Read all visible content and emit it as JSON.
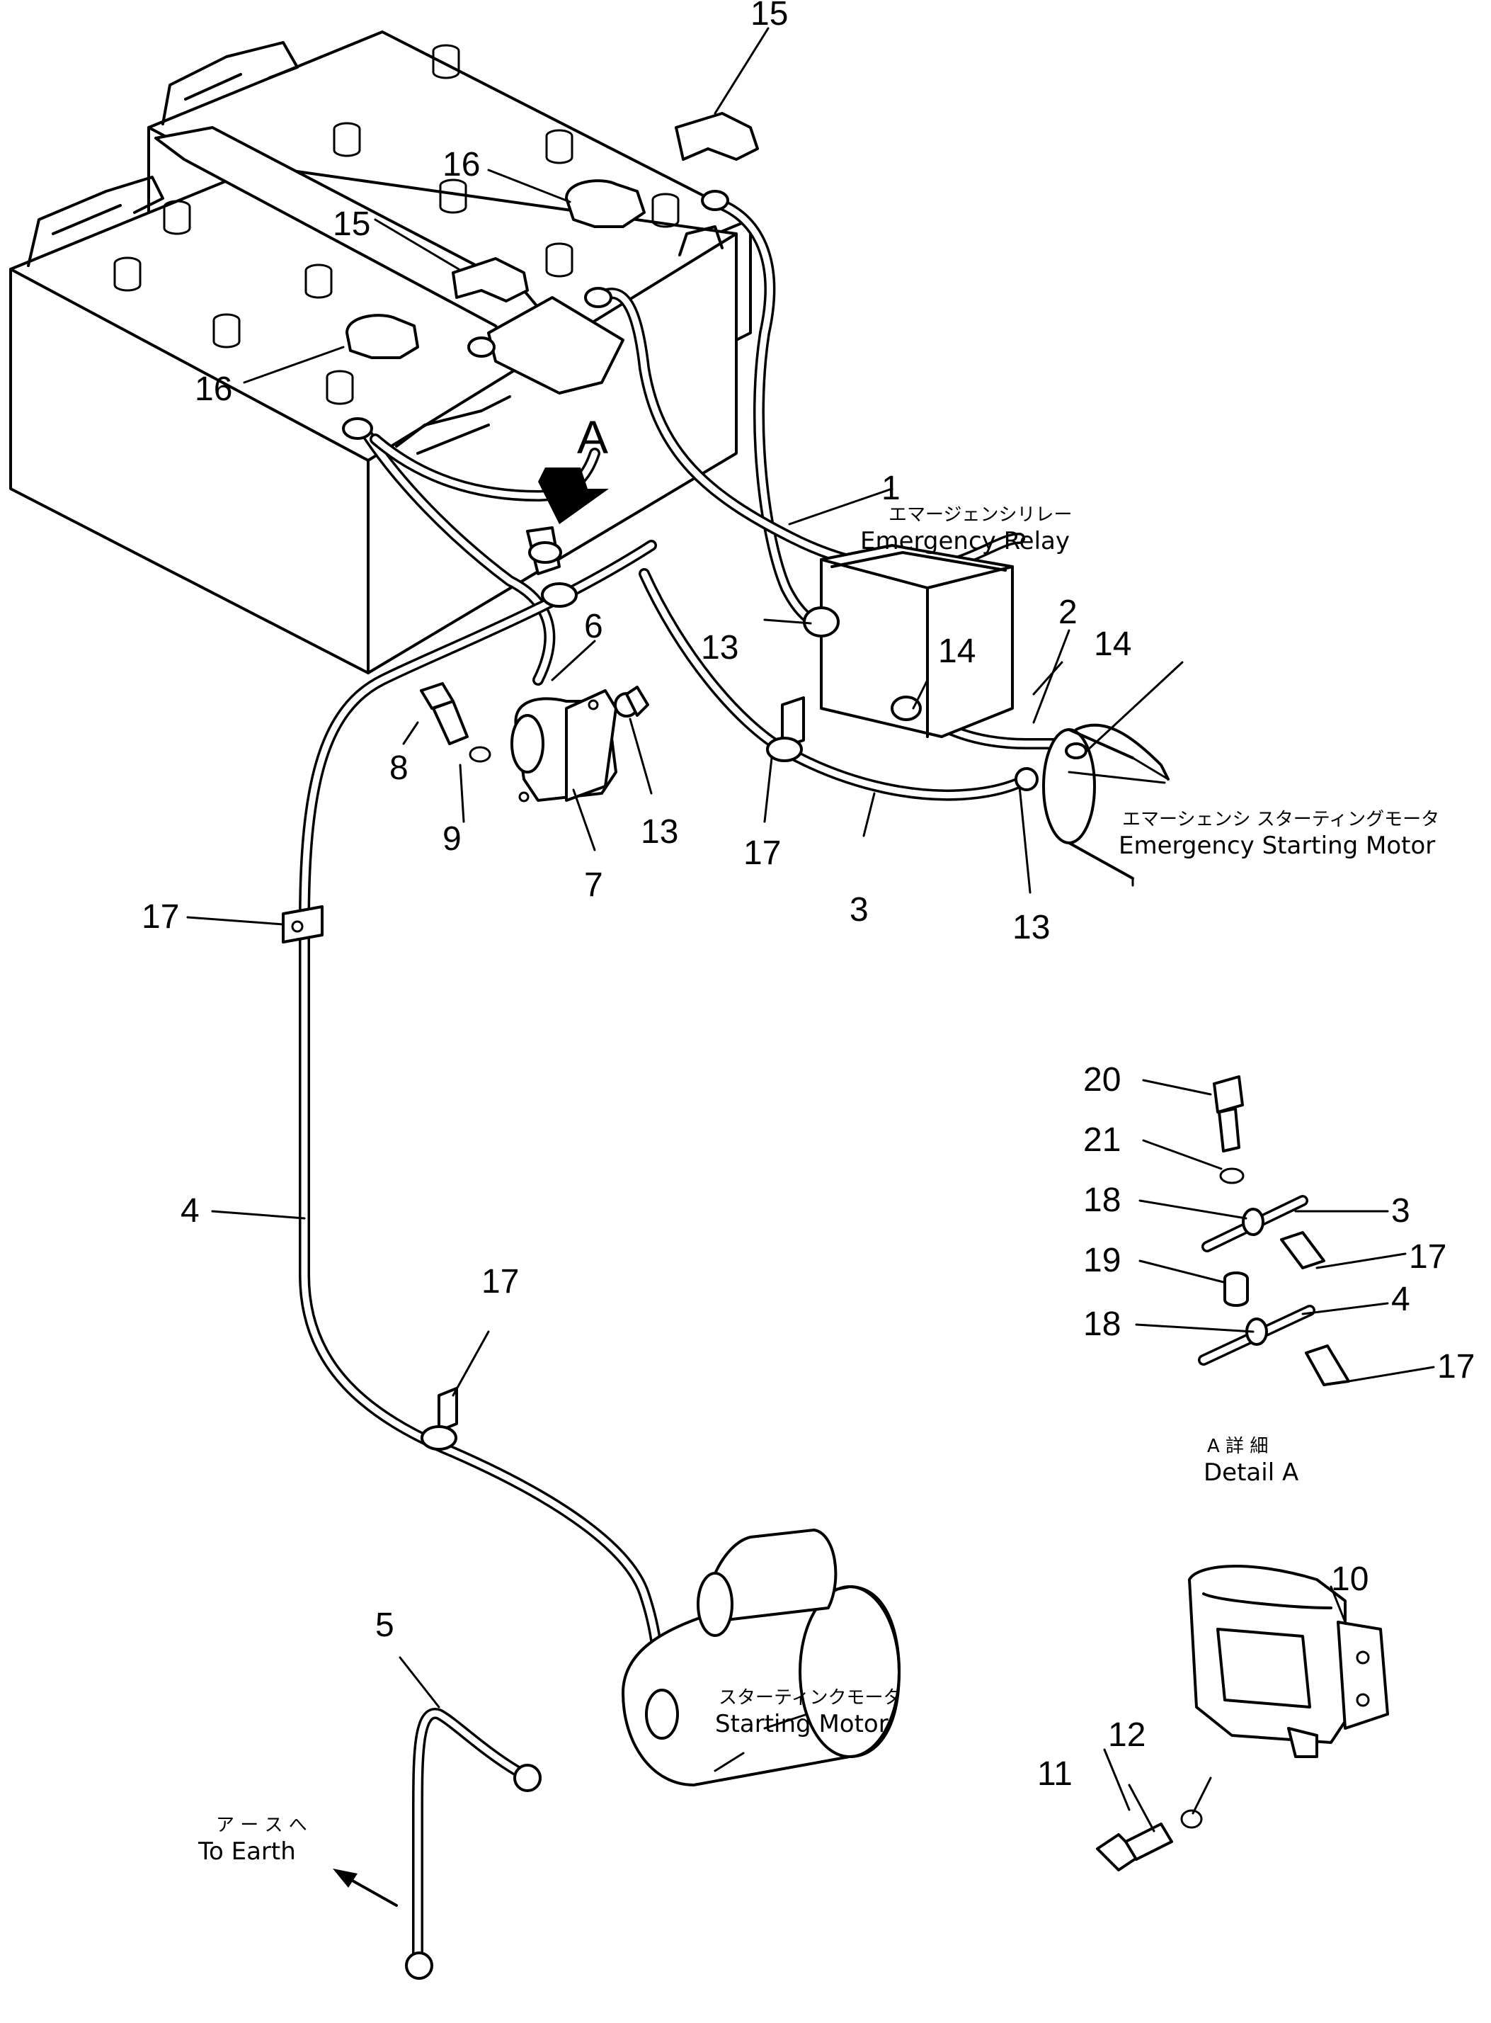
{
  "labels": {
    "emergency_relay_jp": "エマージェンシリレー",
    "emergency_relay_en": "Emergency Relay",
    "emergency_motor_jp": "エマーシェンシ スターティングモータ",
    "emergency_motor_en": "Emergency Starting Motor",
    "starting_motor_jp": "スターティンクモータ",
    "starting_motor_en": "Starting Motor",
    "to_earth_jp": "ア ー ス へ",
    "to_earth_en": "To Earth",
    "detail_a_jp": "A 詳 細",
    "detail_a_en": "Detail A",
    "view_a": "A"
  },
  "callouts": {
    "p1": "1",
    "p2": "2",
    "p3": "3",
    "p3b": "3",
    "p4": "4",
    "p4b": "4",
    "p5": "5",
    "p6": "6",
    "p7": "7",
    "p8": "8",
    "p9": "9",
    "p10": "10",
    "p11": "11",
    "p12": "12",
    "p13a": "13",
    "p13b": "13",
    "p13c": "13",
    "p14a": "14",
    "p14b": "14",
    "p15a": "15",
    "p15b": "15",
    "p16a": "16",
    "p16b": "16",
    "p17a": "17",
    "p17b": "17",
    "p17c": "17",
    "p17d": "17",
    "p17e": "17",
    "p18a": "18",
    "p18b": "18",
    "p19": "19",
    "p20": "20",
    "p21": "21"
  }
}
